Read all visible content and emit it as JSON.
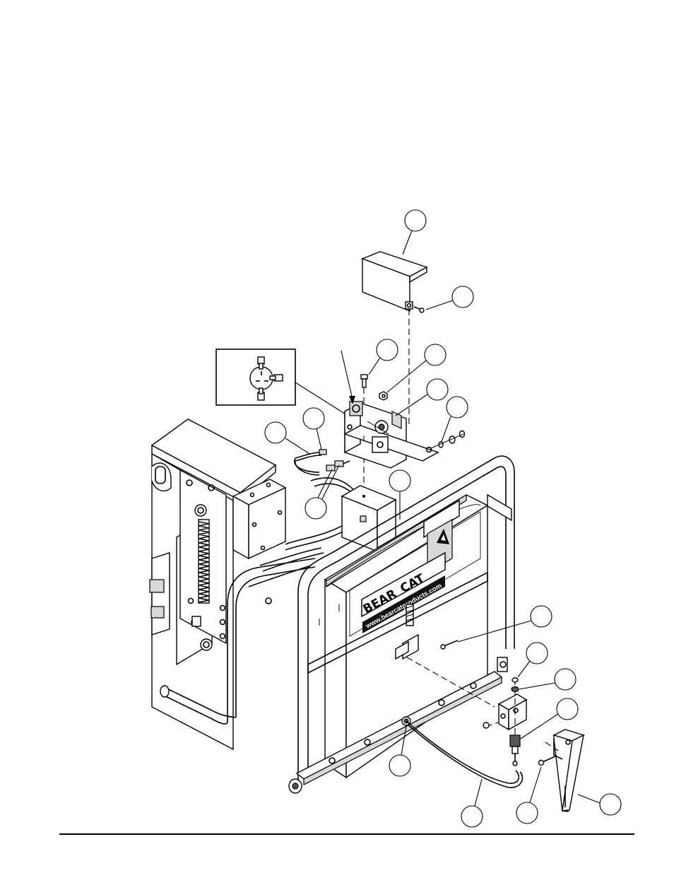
{
  "drawing": {
    "logo_word_left": "BEAR",
    "logo_word_right": "CAT",
    "logo_url": "www.bearcatproducts.com",
    "line_color": "#000000",
    "background": "#ffffff"
  },
  "callouts": [
    {
      "id": "balloon-cover"
    },
    {
      "id": "balloon-cover-screw"
    },
    {
      "id": "balloon-bolt"
    },
    {
      "id": "balloon-nut"
    },
    {
      "id": "balloon-switch-bracket"
    },
    {
      "id": "balloon-washers"
    },
    {
      "id": "balloon-wire-lead"
    },
    {
      "id": "balloon-harness"
    },
    {
      "id": "balloon-terminals"
    },
    {
      "id": "balloon-mount-rail"
    },
    {
      "id": "balloon-rail-screw"
    },
    {
      "id": "balloon-lockwasher"
    },
    {
      "id": "balloon-washer"
    },
    {
      "id": "balloon-interlock-switch"
    },
    {
      "id": "balloon-pivot"
    },
    {
      "id": "balloon-cable"
    },
    {
      "id": "balloon-bracket-screw"
    },
    {
      "id": "balloon-actuator-bracket"
    }
  ],
  "inset": {
    "icon": "connector-plug-icon"
  },
  "icons": [
    "connector-plug-icon",
    "warning-triangle-icon",
    "bearcat-logo"
  ]
}
